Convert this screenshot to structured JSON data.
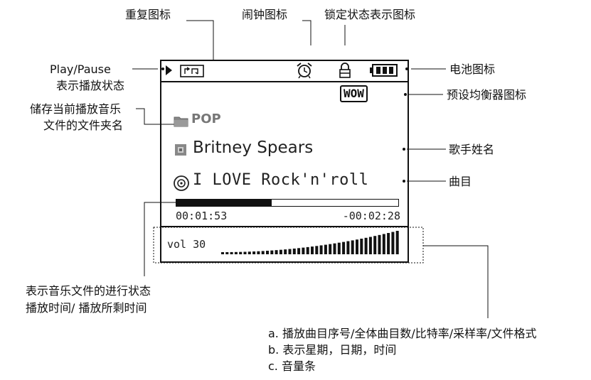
{
  "labels": {
    "repeat_icon": "重复图标",
    "alarm_icon": "闹钟图标",
    "lock_icon": "锁定状态表示图标",
    "play_pause": "Play/Pause",
    "play_pause_sub": "表示播放状态",
    "battery_icon": "电池图标",
    "folder_line1": "储存当前播放音乐",
    "folder_line2": "文件的文件夹名",
    "eq_icon": "预设均衡器图标",
    "artist": "歌手姓名",
    "track": "曲目",
    "progress_line1": "表示音乐文件的进行状态",
    "progress_line2": "播放时间/ 播放所剩时间",
    "info_a": "a. 播放曲目序号/全体曲目数/比特率/采样率/文件格式",
    "info_b": "b. 表示星期，日期，时间",
    "info_c": "c. 音量条"
  },
  "screen": {
    "eq_badge": "WOW",
    "folder_name": "POP",
    "artist_name": "Britney Spears",
    "track_name": "I LOVE Rock'n'roll",
    "elapsed": "00:01:53",
    "remaining": "-00:02:28",
    "volume_label": "vol 30",
    "volume_level": 30,
    "volume_max": 40,
    "progress_fraction": 0.43
  },
  "icons": [
    "play-icon",
    "repeat-icon",
    "alarm-icon",
    "lock-icon",
    "battery-icon",
    "folder-icon",
    "artist-icon",
    "disc-icon"
  ]
}
